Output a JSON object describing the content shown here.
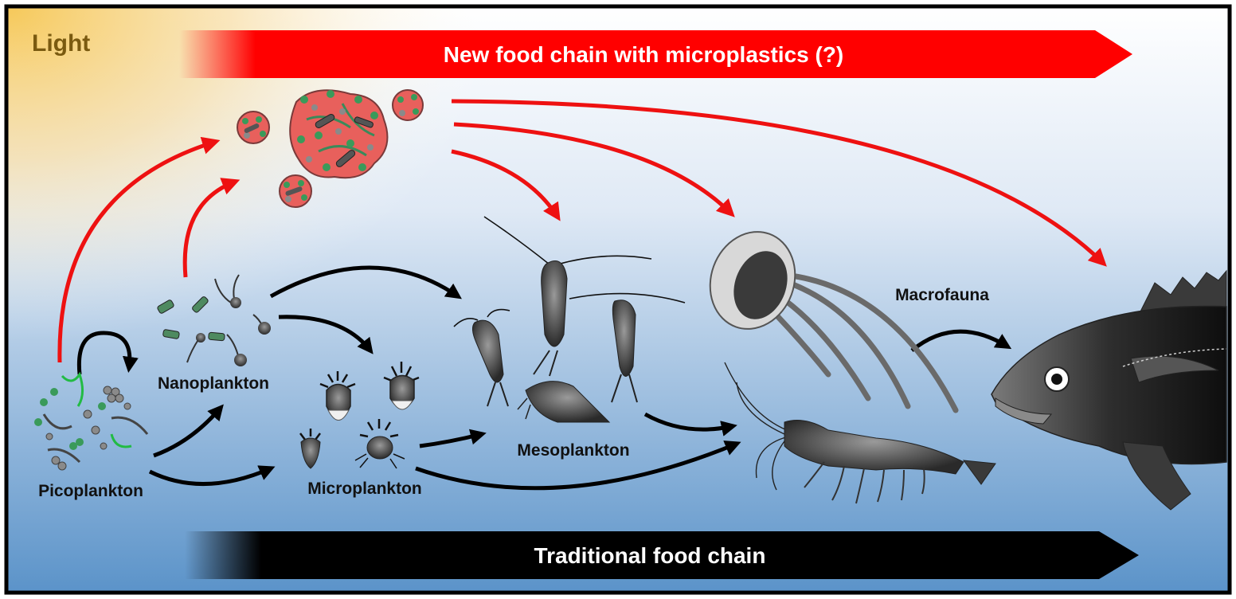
{
  "light_label": "Light",
  "top_banner": {
    "text": "New food chain with microplastics (?)",
    "color": "#ff0000"
  },
  "bottom_banner": {
    "text": "Traditional food chain",
    "color": "#000000"
  },
  "labels": {
    "picoplankton": "Picoplankton",
    "nanoplankton": "Nanoplankton",
    "microplankton": "Microplankton",
    "mesoplankton": "Mesoplankton",
    "macrofauna": "Macrofauna"
  },
  "colors": {
    "red_arrow": "#ee1111",
    "black_arrow": "#000000",
    "light_glow": "#f6c95a",
    "water_top": "#ffffff",
    "water_bottom": "#5b93c9",
    "aggregate": "#e8605c",
    "particle_green": "#3a9a5a",
    "particle_gray": "#8a8a8a"
  }
}
